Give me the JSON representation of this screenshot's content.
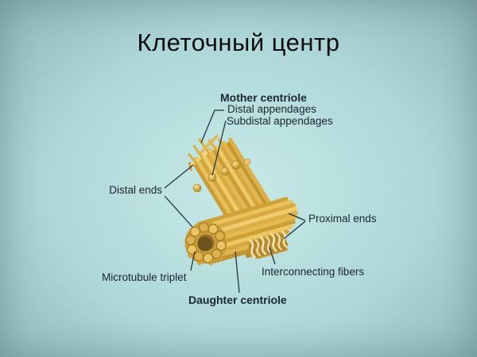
{
  "slide": {
    "title": "Клеточный центр",
    "figure": {
      "labels": {
        "mother_centriole": "Mother centriole",
        "distal_appendages": "Distal appendages",
        "subdistal_appendages": "Subdistal appendages",
        "distal_ends": "Distal ends",
        "proximal_ends": "Proximal ends",
        "interconnecting_fibers": "Interconnecting fibers",
        "microtubule_triplet": "Microtubule triplet",
        "daughter_centriole": "Daughter centriole"
      }
    },
    "colors": {
      "background_center": "#c7eae8",
      "background_mid": "#aed7d8",
      "background_edge": "#8db2b7",
      "title_text": "#0c0c0c",
      "label_text": "#1a272e",
      "connector_line": "#24353c",
      "centriole_gold": "#e0b44c",
      "centriole_gold_dark": "#bb8f2e",
      "centriole_gold_light": "#f0cd6e",
      "fiber_cream": "#f3e4b6"
    }
  }
}
